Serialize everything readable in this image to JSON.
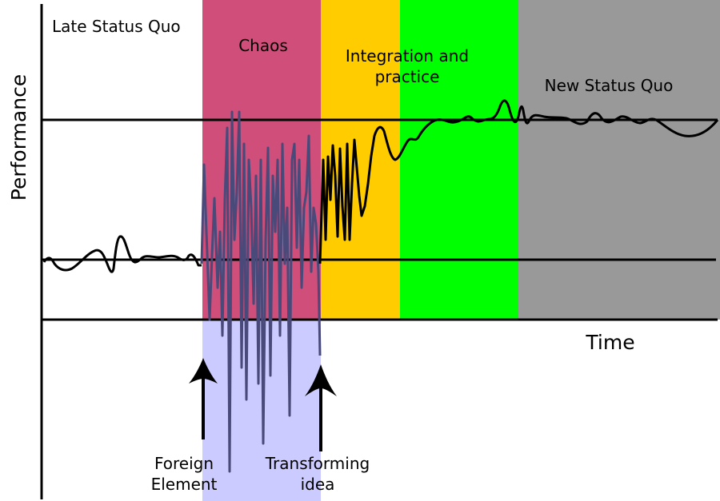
{
  "diagram": {
    "y_axis_label": "Performance",
    "x_axis_label": "Time",
    "phases": [
      {
        "label": "Late Status Quo",
        "color": "#ffffff"
      },
      {
        "label": "Chaos",
        "color": "#cf4f7a"
      },
      {
        "label": "Integration and\npractice",
        "color": "#ffcc00"
      },
      {
        "label": "",
        "color": "#00ff00"
      },
      {
        "label": "New Status Quo",
        "color": "#999999"
      }
    ],
    "chaos_lower_color": "#cccbff",
    "events": [
      {
        "label": "Foreign\nElement"
      },
      {
        "label": "Transforming\nidea"
      }
    ]
  }
}
